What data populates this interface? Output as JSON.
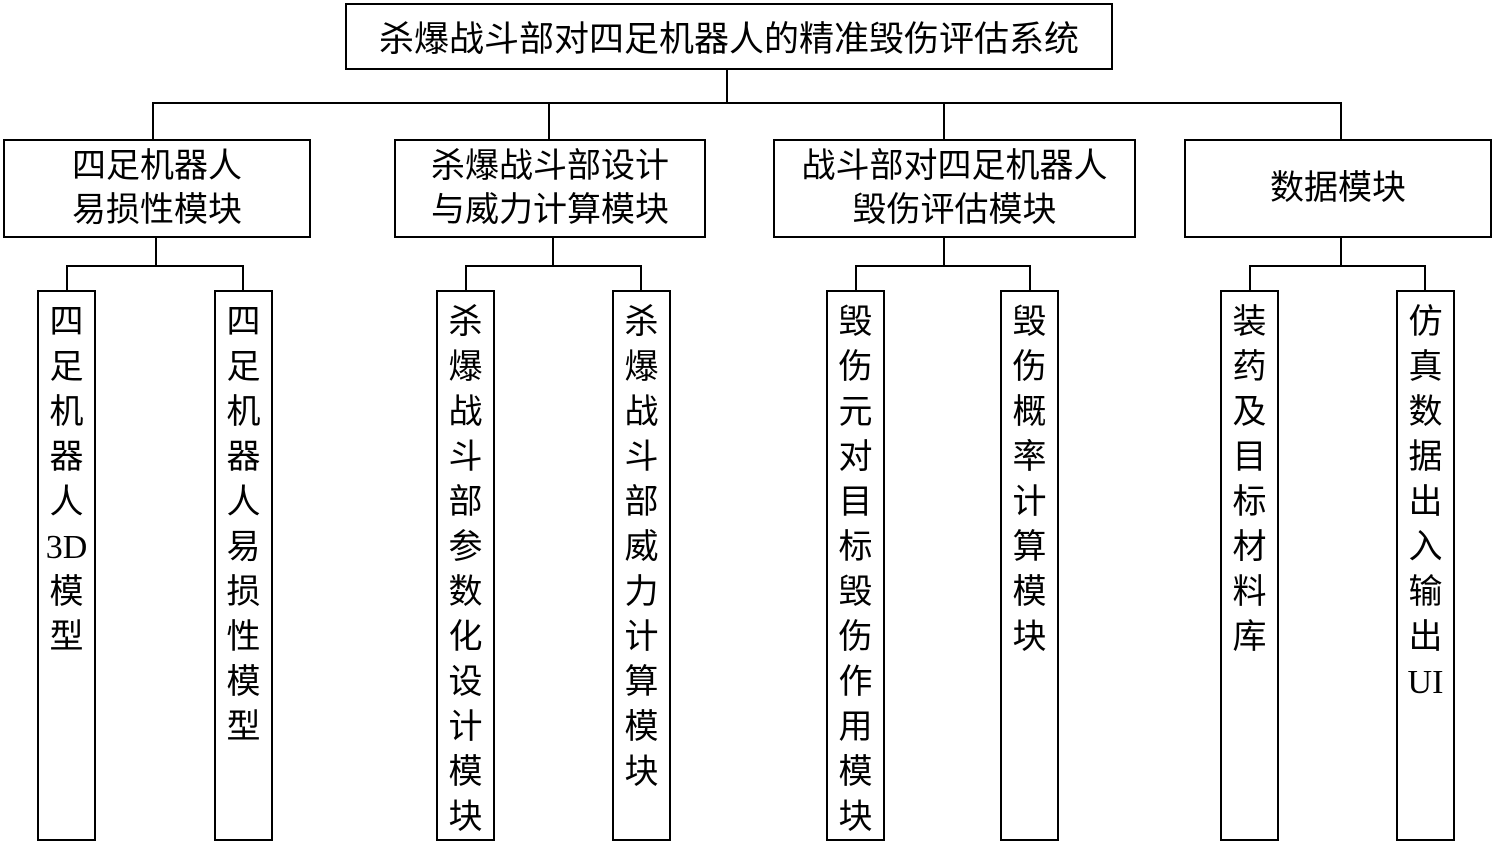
{
  "root": "杀爆战斗部对四足机器人的精准毁伤评估系统",
  "modules": [
    {
      "title": "四足机器人\n易损性模块",
      "children": [
        "四足机器人3D模型",
        "四足机器人易损性模型"
      ]
    },
    {
      "title": "杀爆战斗部设计\n与威力计算模块",
      "children": [
        "杀爆战斗部参数化设计模块",
        "杀爆战斗部威力计算模块"
      ]
    },
    {
      "title": "战斗部对四足机器人\n毁伤评估模块",
      "children": [
        "毁伤元对目标毁伤作用模块",
        "毁伤概率计算模块"
      ]
    },
    {
      "title": "数据模块",
      "children": [
        "装药及目标材料库",
        "仿真数据出入输出UI"
      ]
    }
  ]
}
